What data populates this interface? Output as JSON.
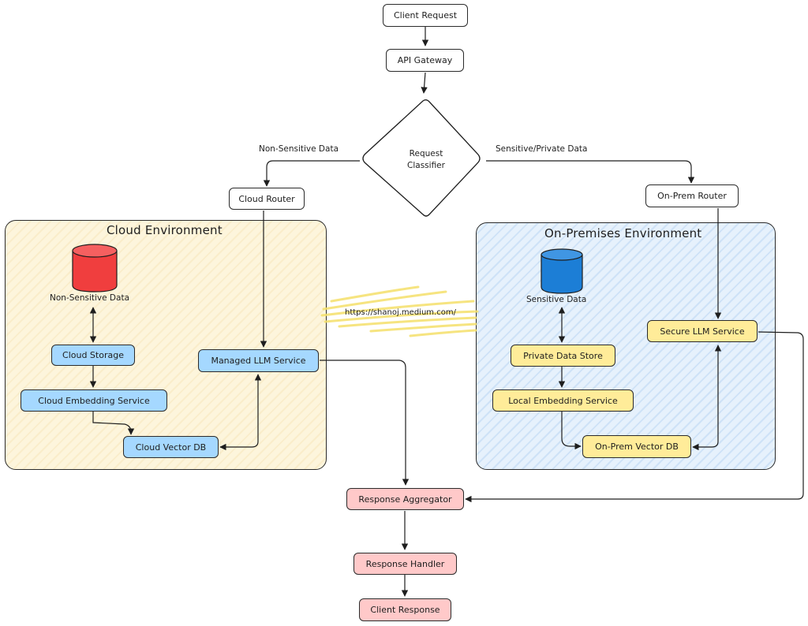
{
  "diagram": {
    "nodes": {
      "client_request": "Client Request",
      "api_gateway": "API Gateway",
      "request_classifier": [
        "Request",
        "Classifier"
      ],
      "cloud_router": "Cloud Router",
      "onprem_router": "On-Prem Router",
      "cloud_storage": "Cloud Storage",
      "cloud_embedding": "Cloud Embedding Service",
      "cloud_vector_db": "Cloud Vector DB",
      "managed_llm": "Managed LLM Service",
      "private_store": "Private Data Store",
      "local_embedding": "Local Embedding Service",
      "onprem_vector_db": "On-Prem Vector DB",
      "secure_llm": "Secure LLM Service",
      "response_aggregator": "Response Aggregator",
      "response_handler": "Response Handler",
      "client_response": "Client Response"
    },
    "edge_labels": {
      "non_sensitive": "Non-Sensitive Data",
      "sensitive": "Sensitive/Private Data"
    },
    "environments": {
      "cloud": "Cloud Environment",
      "onprem": "On-Premises Environment"
    },
    "databases": {
      "cloud": "Non-Sensitive Data",
      "onprem": "Sensitive Data"
    },
    "watermark": "https://shanoj.medium.com/"
  },
  "colors": {
    "cloud_env_bg": "#fdf5dc",
    "onprem_env_bg": "#e6f1fc",
    "blue_node": "#a5d8ff",
    "yellow_node": "#ffec99",
    "pink_node": "#ffc9c9",
    "red_db": "#f03e3e",
    "blue_db": "#1c7ed6",
    "highlight": "#f5e06a"
  }
}
